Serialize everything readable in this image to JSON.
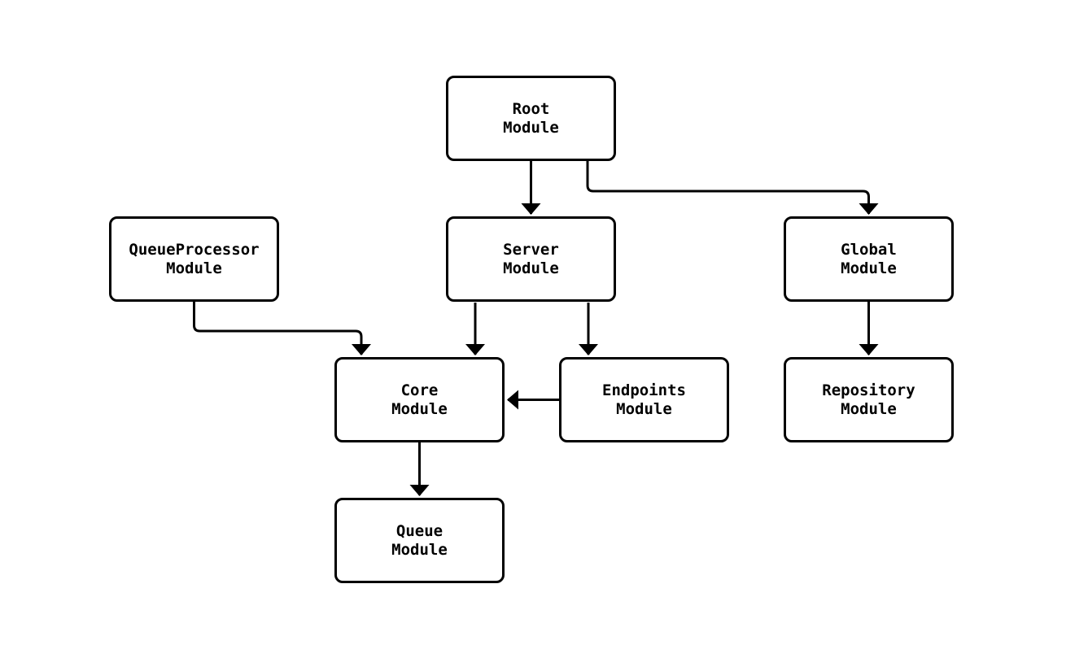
{
  "diagram": {
    "type": "module-dependency-flowchart",
    "background_color": "#ffffff",
    "node_border_color": "#000000",
    "node_fill_color": "#ffffff",
    "edge_color": "#000000",
    "nodes": [
      {
        "id": "root",
        "label": "Root\nModule"
      },
      {
        "id": "queueprocessor",
        "label": "QueueProcessor\nModule"
      },
      {
        "id": "server",
        "label": "Server\nModule"
      },
      {
        "id": "global",
        "label": "Global\nModule"
      },
      {
        "id": "core",
        "label": "Core\nModule"
      },
      {
        "id": "endpoints",
        "label": "Endpoints\nModule"
      },
      {
        "id": "repository",
        "label": "Repository\nModule"
      },
      {
        "id": "queue",
        "label": "Queue\nModule"
      }
    ],
    "edges": [
      {
        "from": "root",
        "to": "server"
      },
      {
        "from": "root",
        "to": "global"
      },
      {
        "from": "queueprocessor",
        "to": "core"
      },
      {
        "from": "server",
        "to": "core"
      },
      {
        "from": "server",
        "to": "endpoints"
      },
      {
        "from": "endpoints",
        "to": "core"
      },
      {
        "from": "global",
        "to": "repository"
      },
      {
        "from": "core",
        "to": "queue"
      }
    ]
  }
}
